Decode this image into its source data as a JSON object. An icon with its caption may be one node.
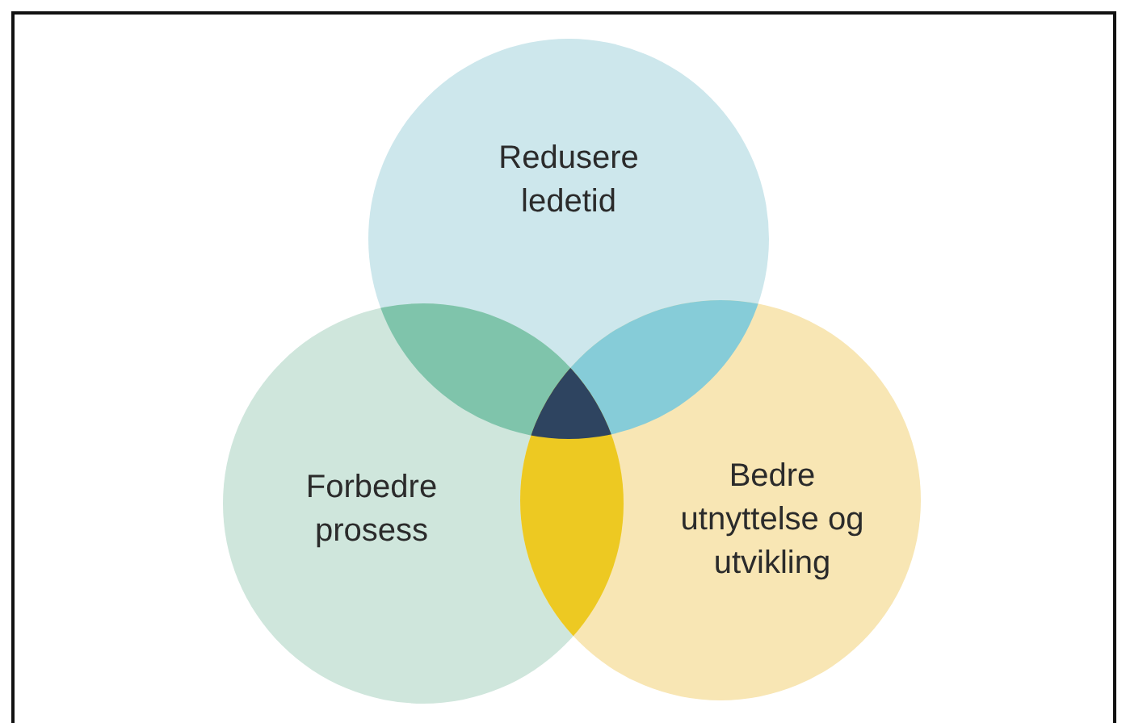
{
  "diagram": {
    "nodes": [
      {
        "text": [
          "Redusere ledetid"
        ]
      },
      {
        "text": [
          "Forbedre prosess"
        ]
      },
      {
        "text": [
          "Bedre utnyttelse og utvikling"
        ]
      }
    ],
    "edges": []
  }
}
